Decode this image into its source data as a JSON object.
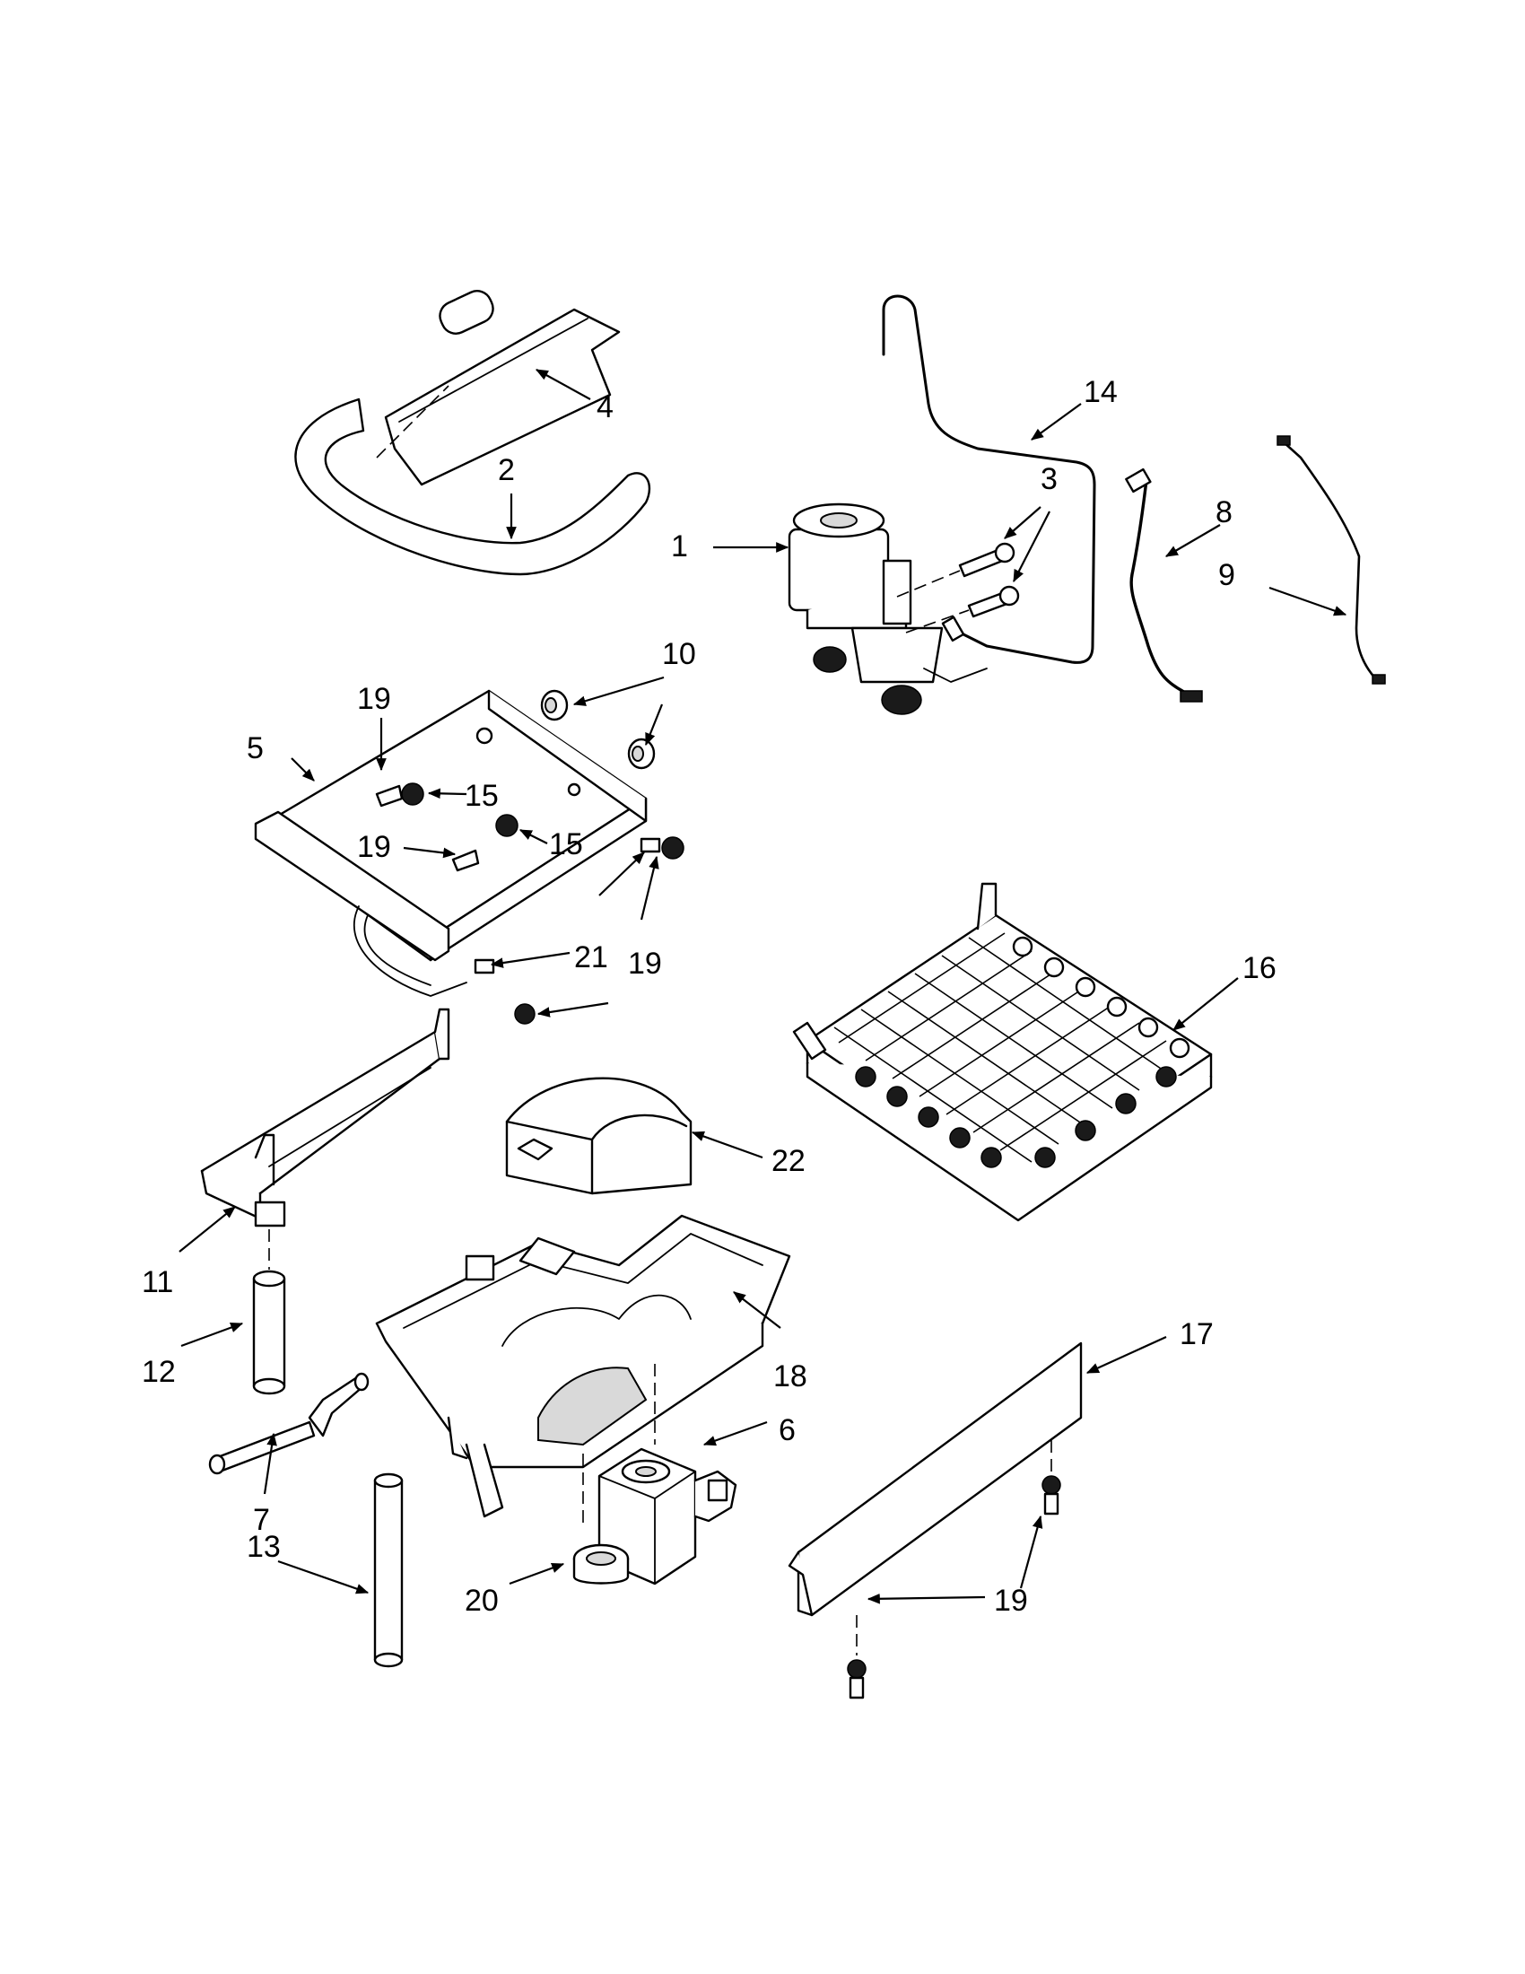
{
  "callouts": [
    {
      "id": "1",
      "label": "1"
    },
    {
      "id": "2",
      "label": "2"
    },
    {
      "id": "3",
      "label": "3"
    },
    {
      "id": "4",
      "label": "4"
    },
    {
      "id": "5",
      "label": "5"
    },
    {
      "id": "6",
      "label": "6"
    },
    {
      "id": "7",
      "label": "7"
    },
    {
      "id": "8",
      "label": "8"
    },
    {
      "id": "9",
      "label": "9"
    },
    {
      "id": "10a",
      "label": "10"
    },
    {
      "id": "10b",
      "label": "10"
    },
    {
      "id": "11",
      "label": "11"
    },
    {
      "id": "12",
      "label": "12"
    },
    {
      "id": "13",
      "label": "13"
    },
    {
      "id": "14",
      "label": "14"
    },
    {
      "id": "15a",
      "label": "15"
    },
    {
      "id": "15b",
      "label": "15"
    },
    {
      "id": "16",
      "label": "16"
    },
    {
      "id": "17",
      "label": "17"
    },
    {
      "id": "18",
      "label": "18"
    },
    {
      "id": "19a",
      "label": "19"
    },
    {
      "id": "19b",
      "label": "19"
    },
    {
      "id": "19c",
      "label": "19"
    },
    {
      "id": "19d",
      "label": "19"
    },
    {
      "id": "20",
      "label": "20"
    },
    {
      "id": "21",
      "label": "21"
    },
    {
      "id": "22",
      "label": "22"
    }
  ]
}
